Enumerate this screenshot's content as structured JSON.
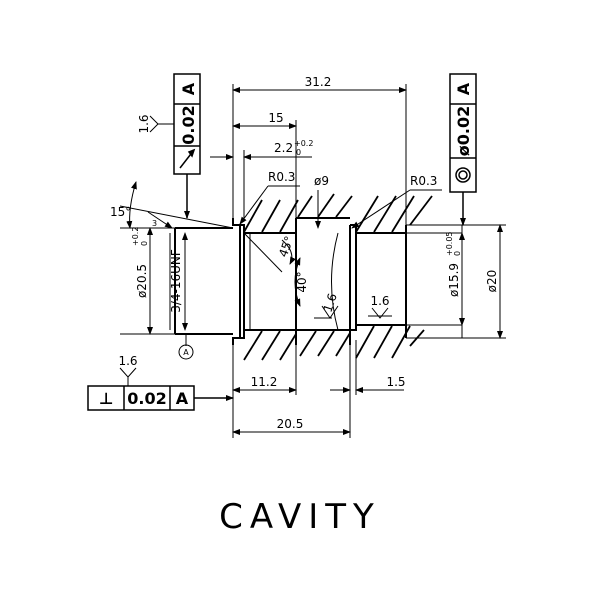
{
  "title": "CAVITY",
  "colors": {
    "line": "#000000",
    "background": "#ffffff"
  },
  "dimensions": {
    "overall_length": "31.2",
    "length_15": "15",
    "chamfer_length": "2.2",
    "chamfer_tol_upper": "+0.2",
    "chamfer_tol_lower": "0",
    "radius_left": "R0.3",
    "radius_right": "R0.3",
    "dia_9": "ø9",
    "angle_15": "15°",
    "angle_45": "45°",
    "angle_40": "40°",
    "tiny_dim": "3",
    "dia_20_5": "ø20.5",
    "dia_20_5_tol_upper": "+0.2",
    "dia_20_5_tol_lower": "0",
    "thread": "3/4-16UNF",
    "dia_15_9": "ø15.9",
    "dia_15_9_tol_upper": "+0.05",
    "dia_15_9_tol_lower": "0",
    "dia_20": "ø20",
    "length_11_2": "11.2",
    "length_1_5": "1.5",
    "length_20_5": "20.5"
  },
  "surface_finish": {
    "value": "1.6"
  },
  "datum": {
    "label": "A"
  },
  "gdt": {
    "runout": {
      "tolerance": "0.02",
      "datum": "A",
      "finish": "1.6"
    },
    "concentricity": {
      "tolerance": "ø0.02",
      "datum": "A",
      "finish": "1.6"
    },
    "perpendicularity": {
      "symbol": "⊥",
      "tolerance": "0.02",
      "datum": "A",
      "finish": "1.6"
    }
  }
}
